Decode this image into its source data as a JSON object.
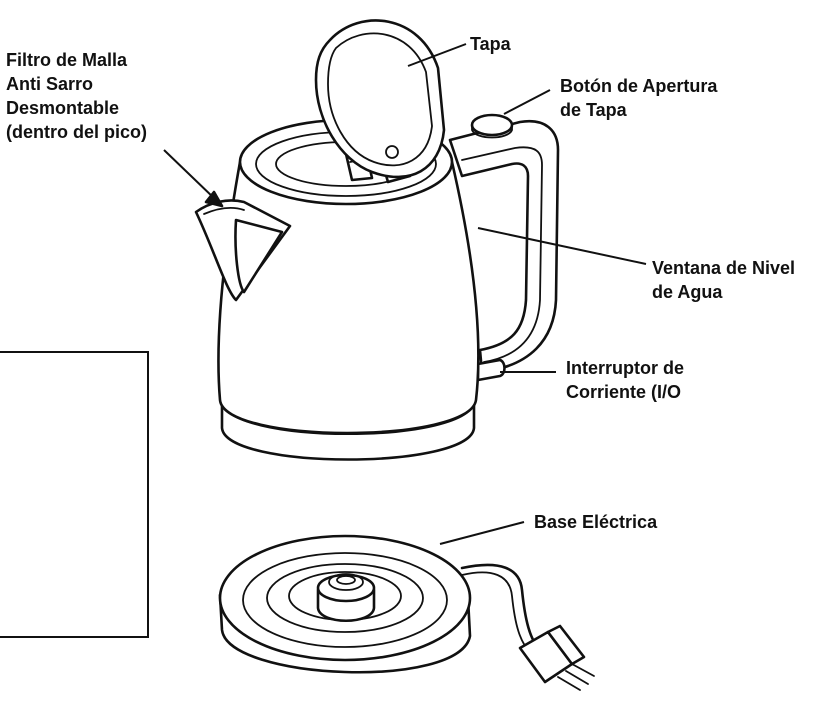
{
  "labels": {
    "filter_line1": "Filtro de Malla",
    "filter_line2": "Anti Sarro",
    "filter_line3": "Desmontable",
    "filter_line4": "(dentro del pico)",
    "lid": "Tapa",
    "lid_button_line1": "Botón de Apertura",
    "lid_button_line2": "de Tapa",
    "water_window_line1": "Ventana de Nivel",
    "water_window_line2": "de Agua",
    "power_switch_line1": "Interruptor de",
    "power_switch_line2": "Corriente (I/Ο",
    "power_base": "Base Eléctrica"
  }
}
